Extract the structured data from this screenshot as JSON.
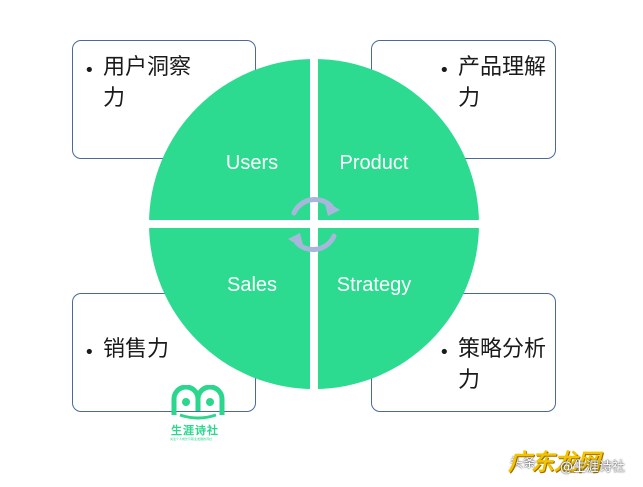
{
  "cards": [
    {
      "id": "top-left",
      "bullet": "•",
      "text": "用户洞察力"
    },
    {
      "id": "top-right",
      "bullet": "•",
      "text": "产品理解力"
    },
    {
      "id": "bottom-left",
      "bullet": "•",
      "text": "销售力"
    },
    {
      "id": "bottom-right",
      "bullet": "•",
      "text": "策略分析力"
    }
  ],
  "quadrants": [
    {
      "label": "Users"
    },
    {
      "label": "Product"
    },
    {
      "label": "Sales"
    },
    {
      "label": "Strategy"
    }
  ],
  "colors": {
    "circle": "#2cdb8f",
    "card_border": "#4a6b9a",
    "cycle_arrows": "#a9b6dc",
    "label_text": "#ffffff"
  },
  "icons": {
    "center": "cycle-arrows-icon",
    "logo": "shengya-logo-icon"
  },
  "logo": {
    "name": "生涯诗社",
    "tagline": "关注个人成长与职业发展的诗社"
  },
  "watermark": {
    "prefix": "头条",
    "account": "@生涯诗社",
    "site": "广东龙网"
  }
}
